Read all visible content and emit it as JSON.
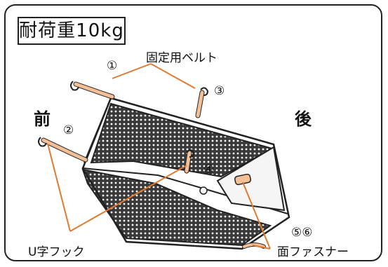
{
  "title": "耐荷重10kg",
  "labels": {
    "front": "前",
    "back": "後",
    "belt": "固定用ベルト",
    "hook": "U字フック",
    "fastener": "面ファスナー"
  },
  "markers": {
    "m1": "①",
    "m2": "②",
    "m3": "③",
    "m4": "④",
    "m56": "⑤⑥"
  },
  "colors": {
    "accent": "#e07a30",
    "strap": "#f2bf96",
    "mesh": "#2b2b2b",
    "outline": "#222222"
  }
}
